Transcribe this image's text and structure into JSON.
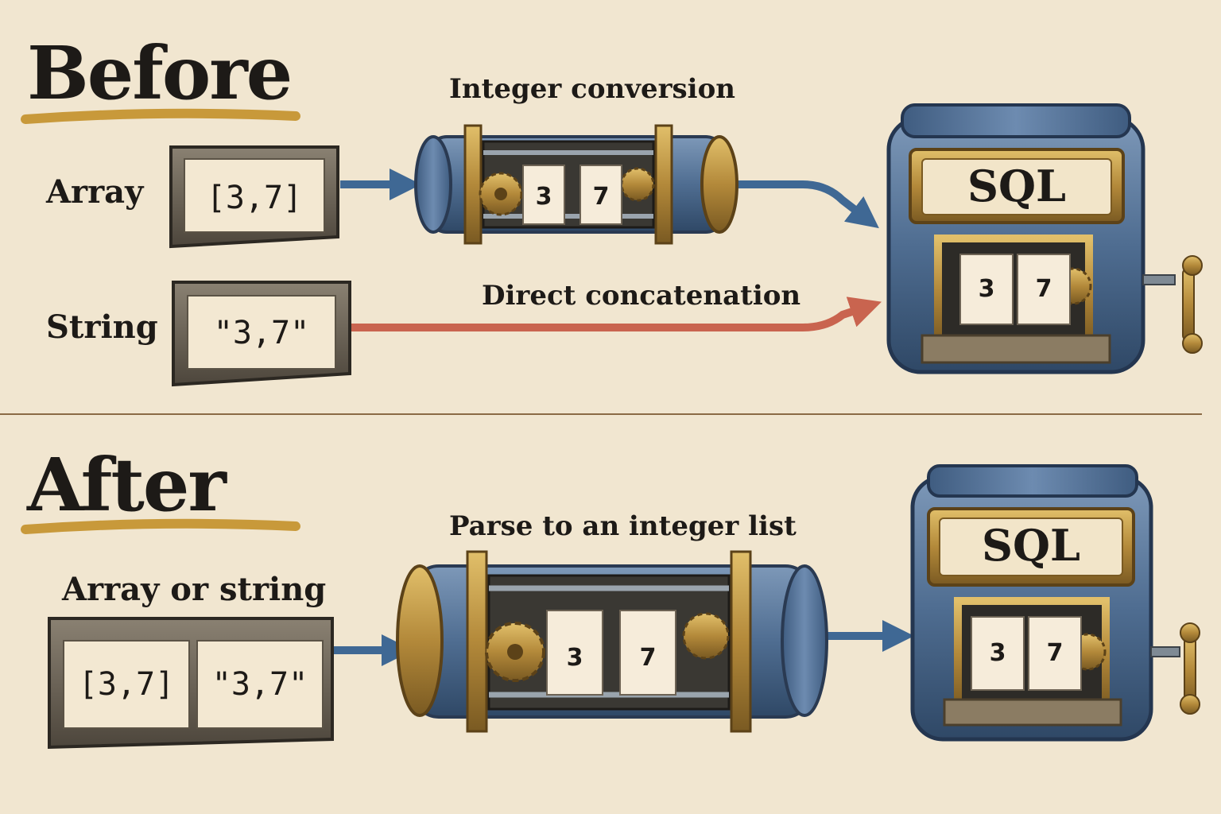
{
  "before": {
    "heading": "Before",
    "array_label": "Array",
    "array_value": "[3,7]",
    "string_label": "String",
    "string_value": "\"3,7\"",
    "conversion_caption": "Integer conversion",
    "concat_caption": "Direct concatenation",
    "converter_cards": [
      "3",
      "7"
    ],
    "sql_label": "SQL",
    "sql_cards": [
      "3",
      "7"
    ]
  },
  "after": {
    "heading": "After",
    "input_label": "Array or string",
    "input_values": [
      "[3,7]",
      "\"3,7\""
    ],
    "parse_caption": "Parse to an integer list",
    "converter_cards": [
      "3",
      "7"
    ],
    "sql_label": "SQL",
    "sql_cards": [
      "3",
      "7"
    ]
  },
  "colors": {
    "paper": "#f1e6d0",
    "blue_arrow": "#3f6894",
    "red_arrow": "#c9644f",
    "gold": "#c8993a",
    "brass": "#b08a3e",
    "steel_blue": "#5a789b",
    "ink": "#1d1a17"
  },
  "icons": [
    "gear-icon",
    "hand-crank-icon"
  ]
}
